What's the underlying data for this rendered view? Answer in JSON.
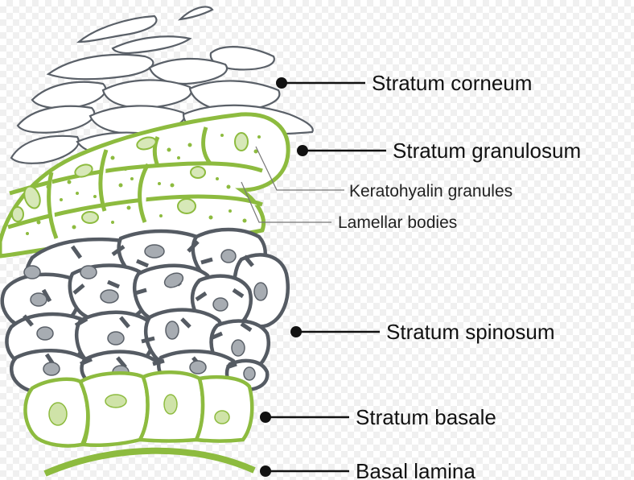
{
  "labels": {
    "stratum_corneum": "Stratum corneum",
    "stratum_granulosum": "Stratum granulosum",
    "keratohyalin_granules": "Keratohyalin granules",
    "lamellar_bodies": "Lamellar bodies",
    "stratum_spinosum": "Stratum spinosum",
    "stratum_basale": "Stratum basale",
    "basal_lamina": "Basal lamina"
  },
  "colors": {
    "granular_green": "#8dbb3f",
    "spinous_gray": "#555b63",
    "corneum_outline": "#5a6068",
    "text": "#111111"
  }
}
